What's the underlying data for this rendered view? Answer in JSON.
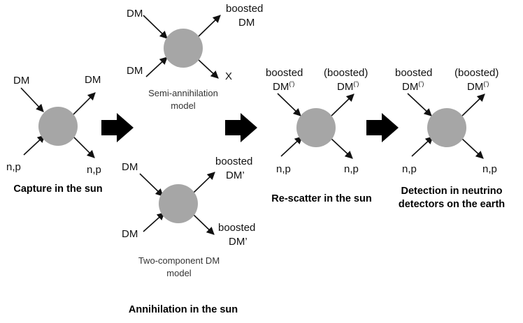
{
  "colors": {
    "blob": "#a6a6a6",
    "line": "#111111",
    "step_arrow": "#000000"
  },
  "panels": {
    "capture": {
      "in_left": "DM",
      "out_right": "DM",
      "in_bottom": "n,p",
      "out_bottom": "n,p",
      "title": "Capture in the sun"
    },
    "semi": {
      "in_top": "DM",
      "in_bottom": "DM",
      "out_top_line1": "boosted",
      "out_top_line2": "DM",
      "out_bottom": "X",
      "caption_line1": "Semi-annihilation",
      "caption_line2": "model"
    },
    "two_component": {
      "in_top": "DM",
      "in_bottom": "DM",
      "out_top_line1": "boosted",
      "out_top_line2": "DM’",
      "out_bottom_line1": "boosted",
      "out_bottom_line2": "DM’",
      "caption_line1": "Two-component DM",
      "caption_line2": "model"
    },
    "annihilation": {
      "title": "Annihilation in the sun"
    },
    "rescatter": {
      "in_line1": "boosted",
      "in_line2": "DM",
      "in_prime": "(’)",
      "out_line1": "(boosted)",
      "out_line2": "DM",
      "out_prime": "(’)",
      "in_bottom": "n,p",
      "out_bottom": "n,p",
      "title": "Re-scatter in the sun"
    },
    "detection": {
      "in_line1": "boosted",
      "in_line2": "DM",
      "in_prime": "(’)",
      "out_line1": "(boosted)",
      "out_line2": "DM",
      "out_prime": "(’)",
      "in_bottom": "n,p",
      "out_bottom": "n,p",
      "title_line1": "Detection in neutrino",
      "title_line2": "detectors on the earth"
    }
  }
}
